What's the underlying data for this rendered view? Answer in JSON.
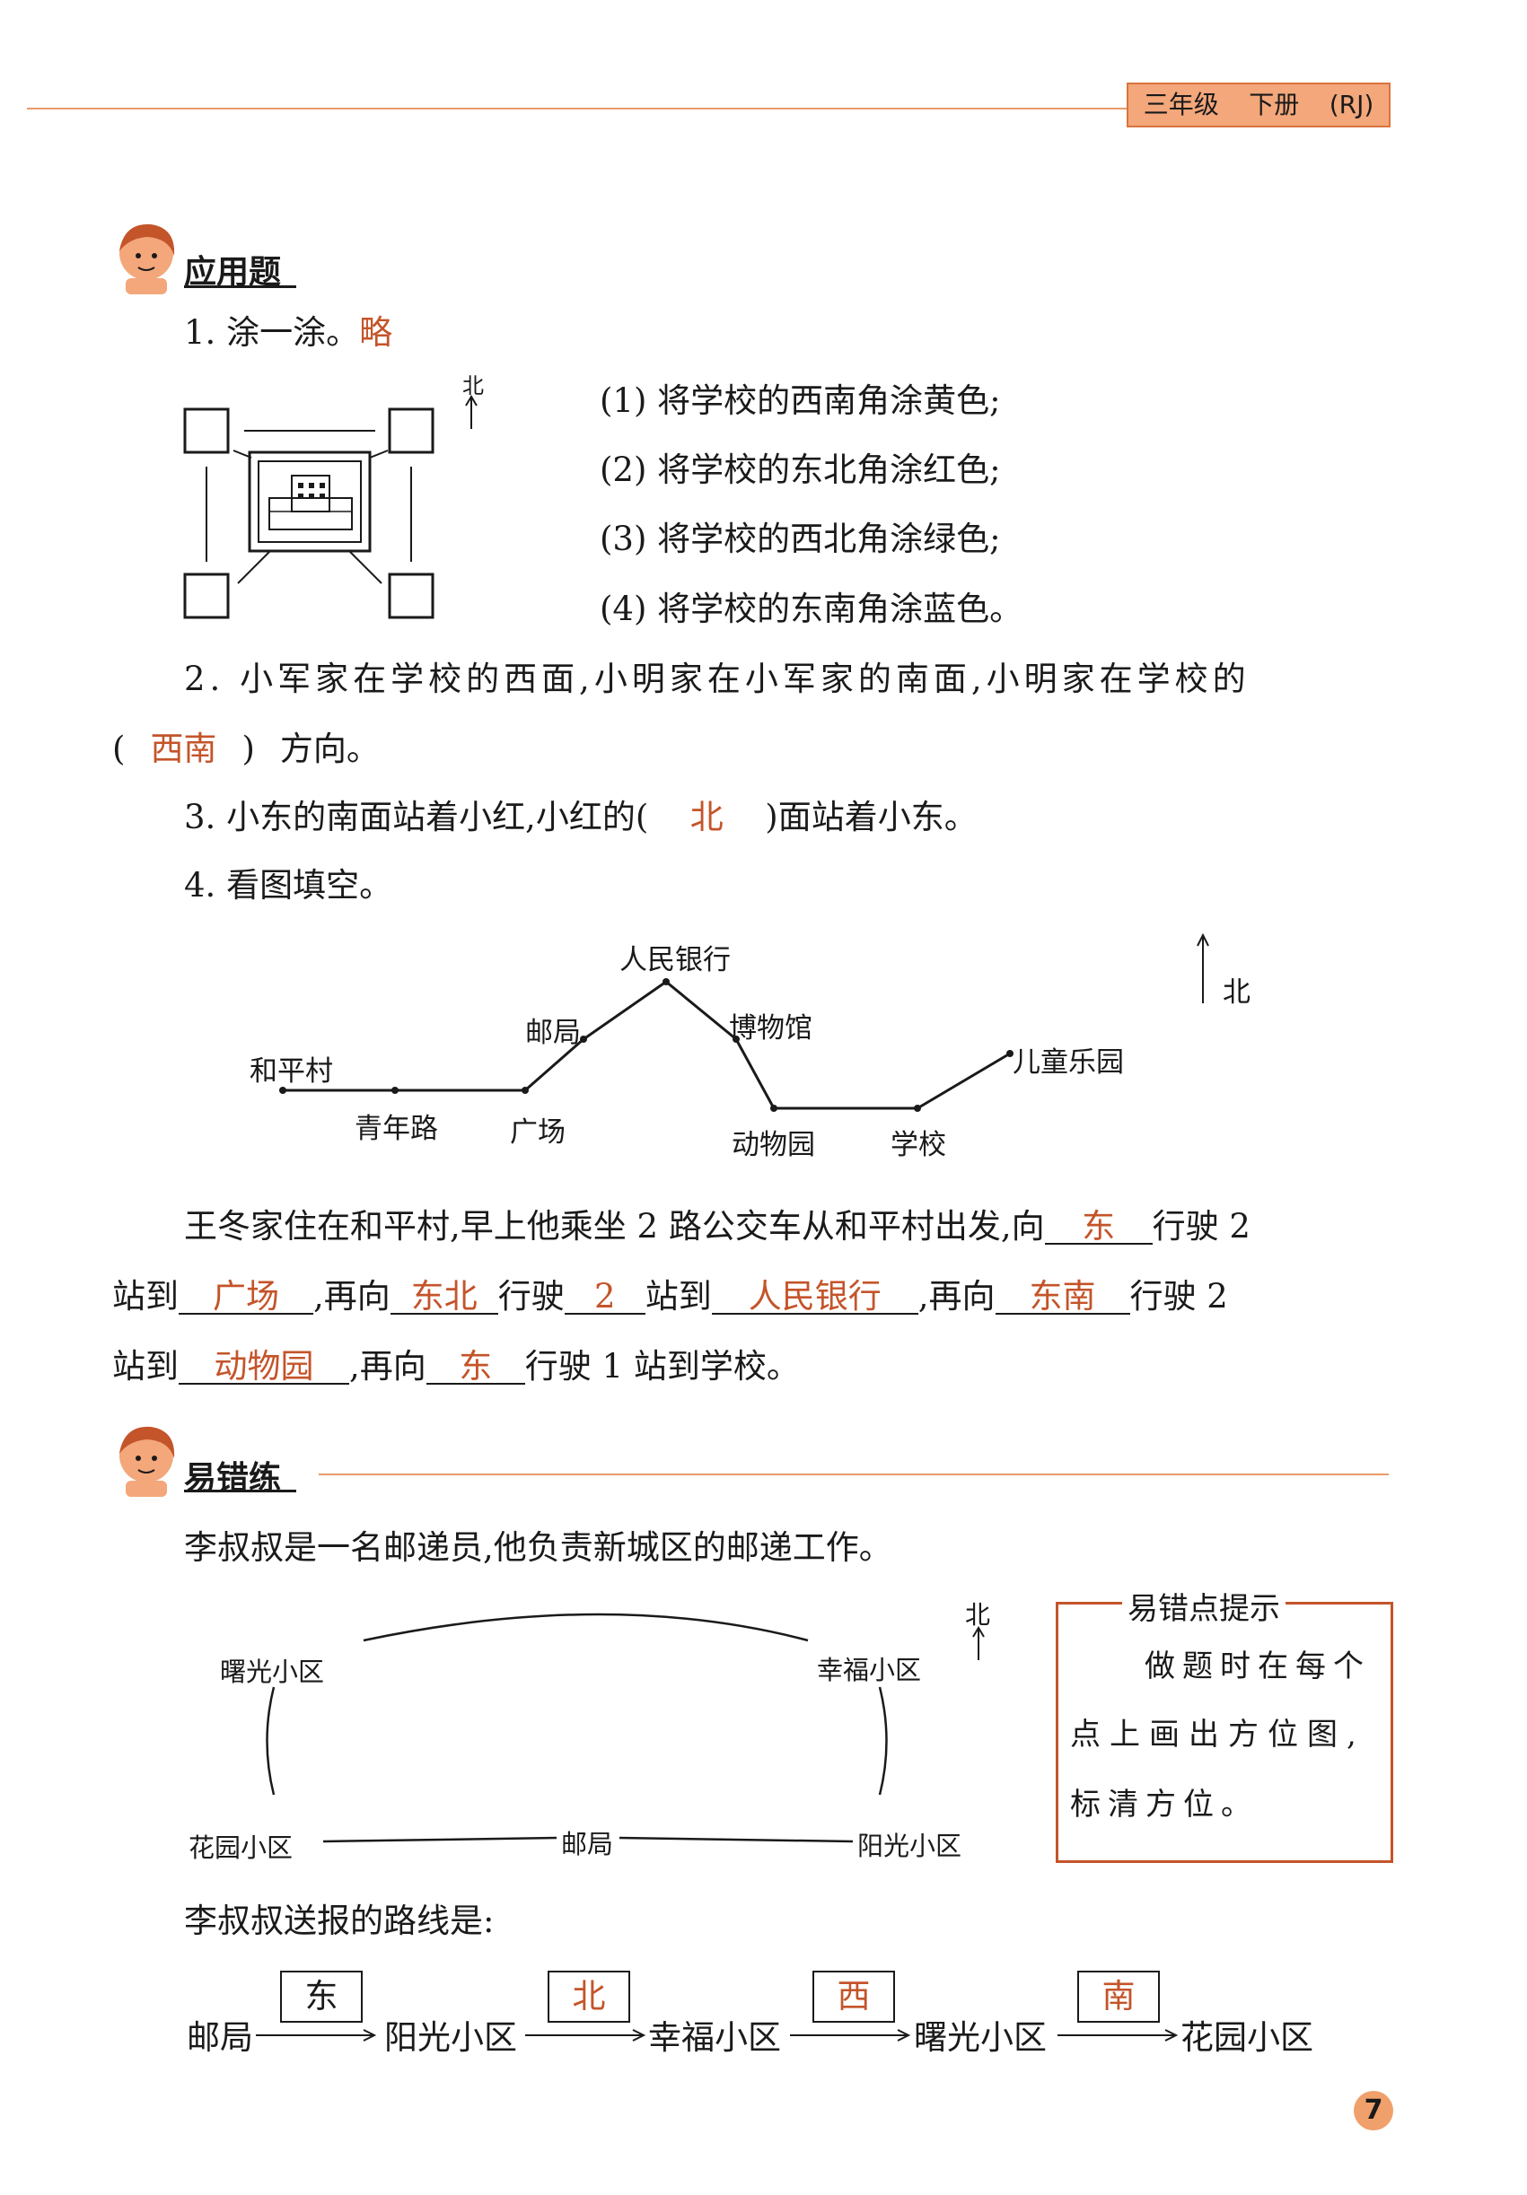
{
  "header": {
    "grade": "三年级",
    "volume": "下册",
    "edition": "(RJ)"
  },
  "section1": {
    "title": "应用题",
    "q1": {
      "label": "1. 涂一涂。",
      "answer": "略",
      "north": "北",
      "items": [
        "(1) 将学校的西南角涂黄色;",
        "(2) 将学校的东北角涂红色;",
        "(3) 将学校的西北角涂绿色;",
        "(4) 将学校的东南角涂蓝色。"
      ]
    },
    "q2": {
      "line1": "2. 小军家在学校的西面,小明家在小军家的南面,小明家在学校的",
      "open": "(",
      "answer": "西南",
      "close": ")",
      "tail": "方向。"
    },
    "q3": {
      "pre": "3. 小东的南面站着小红,小红的(",
      "answer": "北",
      "post": ")面站着小东。"
    },
    "q4": {
      "label": "4. 看图填空。",
      "north": "北",
      "places": {
        "heping": "和平村",
        "qingnian": "青年路",
        "guangchang": "广场",
        "youju": "邮局",
        "renmin": "人民银行",
        "bowuguan": "博物馆",
        "dongwu": "动物园",
        "xuexiao": "学校",
        "ertong": "儿童乐园"
      },
      "text1a": "王冬家住在和平村,早上他乘坐 2 路公交车从和平村出发,向",
      "ans1": "东",
      "text1b": "行驶 2",
      "text2a": "站到",
      "ans2": "广场",
      "text2b": ",再向",
      "ans3": "东北",
      "text2c": "行驶",
      "ans4": "2",
      "text2d": "站到",
      "ans5": "人民银行",
      "text2e": ",再向",
      "ans6": "东南",
      "text2f": "行驶 2",
      "text3a": "站到",
      "ans7": "动物园",
      "text3b": ",再向",
      "ans8": "东",
      "text3c": "行驶 1 站到学校。"
    }
  },
  "section2": {
    "title": "易错练",
    "intro": "李叔叔是一名邮递员,他负责新城区的邮递工作。",
    "north": "北",
    "map": {
      "shuguang": "曙光小区",
      "xingfu": "幸福小区",
      "huayuan": "花园小区",
      "youju": "邮局",
      "yangguang": "阳光小区"
    },
    "hint": {
      "title": "易错点提示",
      "line1": "做题时在每个",
      "line2": "点上画出方位图,",
      "line3": "标清方位。"
    },
    "route_label": "李叔叔送报的路线是:",
    "route": {
      "start": "邮局",
      "d1": "东",
      "s1": "阳光小区",
      "d2": "北",
      "s2": "幸福小区",
      "d3": "西",
      "s3": "曙光小区",
      "d4": "南",
      "s4": "花园小区"
    }
  },
  "page_number": "7"
}
